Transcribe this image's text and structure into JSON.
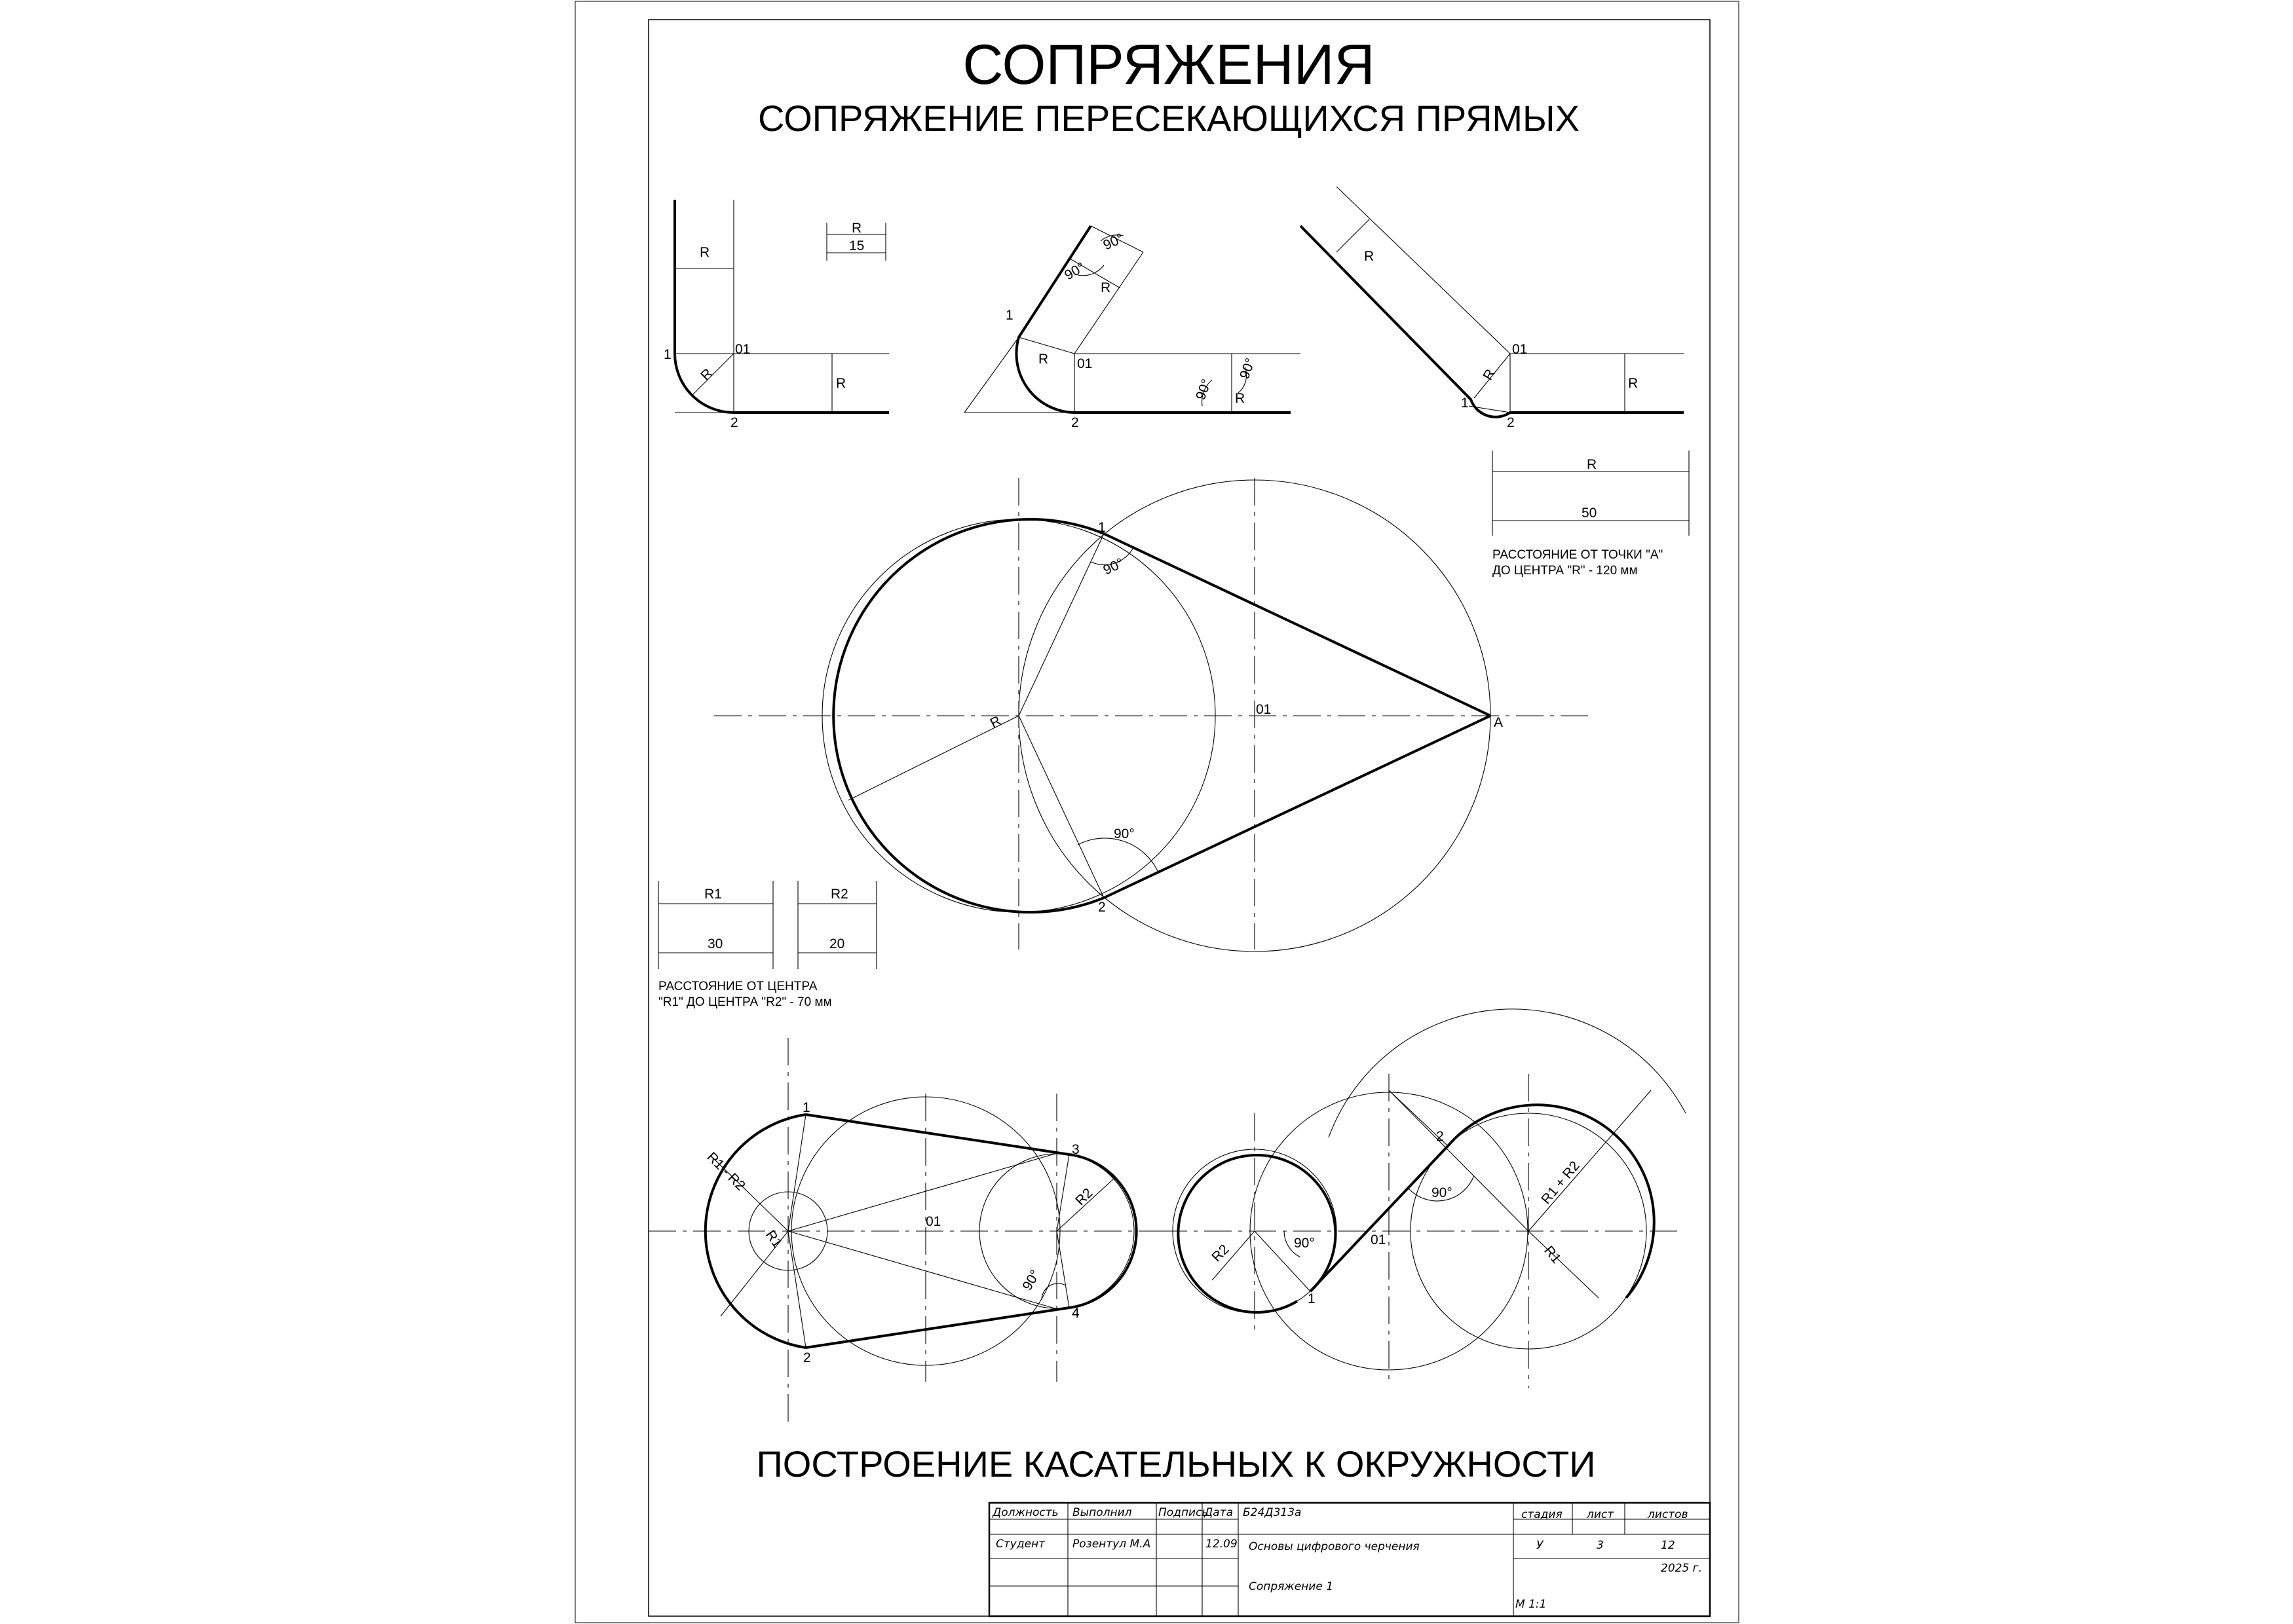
{
  "header": {
    "title": "СОПРЯЖЕНИЯ",
    "subtitle": "СОПРЯЖЕНИЕ ПЕРЕСЕКАЮЩИХСЯ ПРЯМЫХ"
  },
  "section_title": "ПОСТРОЕНИЕ КАСАТЕЛЬНЫХ К ОКРУЖНОСТИ",
  "labels": {
    "R": "R",
    "R1": "R1",
    "R2": "R2",
    "O1": "01",
    "p1": "1",
    "p2": "2",
    "p3": "3",
    "p4": "4",
    "A": "A",
    "deg90": "90°",
    "r1_minus_r2": "R1 - R2",
    "r1_plus_r2": "R1 + R2"
  },
  "dims": {
    "v15": "15",
    "v50": "50",
    "v30": "30",
    "v20": "20"
  },
  "notes": {
    "middle_line1": "РАССТОЯНИЕ ОТ ТОЧКИ \"А\"",
    "middle_line2": "ДО ЦЕНТРА \"R\" - 120 мм",
    "left_line1": "РАССТОЯНИЕ ОТ ЦЕНТРА",
    "left_line2": "\"R1\" ДО ЦЕНТРА \"R2\" - 70 мм"
  },
  "title_block": {
    "h_position": "Должность",
    "h_done": "Выполнил",
    "h_sign": "Подпись",
    "h_date": "Дата",
    "code": "Б24Д313а",
    "h_stage": "стадия",
    "h_sheet": "лист",
    "h_sheets": "листов",
    "position": "Студент",
    "author": "Розентул М.А",
    "date": "12.09",
    "subject": "Основы цифрового черчения",
    "stage": "У",
    "sheet": "3",
    "sheets": "12",
    "year": "2025 г.",
    "drawing_name": "Сопряжение 1",
    "scale": "М 1:1"
  }
}
